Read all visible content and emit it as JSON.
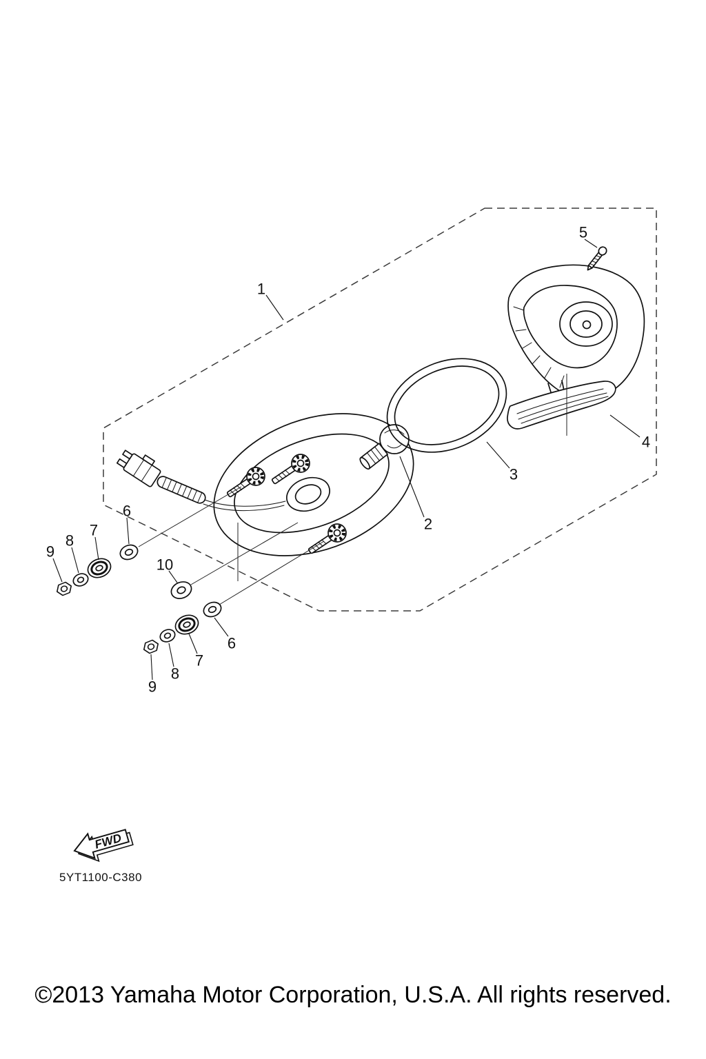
{
  "document": {
    "copyright": "©2013 Yamaha Motor Corporation, U.S.A. All rights reserved.",
    "drawing_code": "5YT1100-C380",
    "fwd_label": "FWD"
  },
  "callouts": {
    "c1": "1",
    "c2": "2",
    "c3": "3",
    "c4": "4",
    "c5": "5",
    "c6_upper": "6",
    "c7_upper": "7",
    "c8_upper": "8",
    "c9_upper": "9",
    "c10": "10",
    "c6_lower": "6",
    "c7_lower": "7",
    "c8_lower": "8",
    "c9_lower": "9"
  },
  "colors": {
    "line": "#111111",
    "background": "#ffffff"
  }
}
